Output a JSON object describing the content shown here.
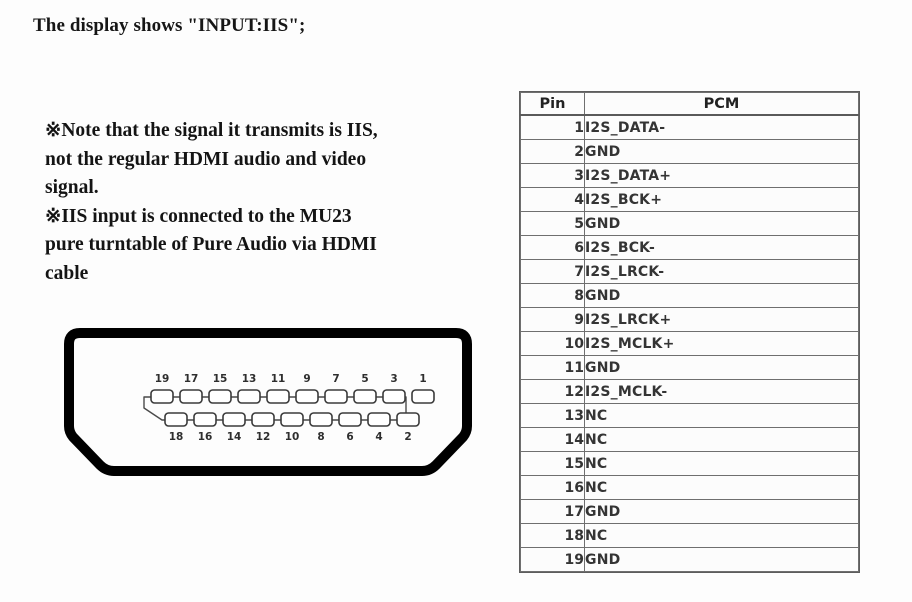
{
  "heading": "The display shows \"INPUT:IIS\";",
  "note": {
    "lines": [
      "※Note that the signal it transmits is IIS,",
      "not the regular HDMI audio and video",
      "signal.",
      "※IIS input is connected to the MU23",
      "pure turntable of Pure Audio via HDMI",
      "cable"
    ]
  },
  "connector": {
    "name": "HDMI Type-A connector pinout diagram",
    "top_pins": [
      "19",
      "17",
      "15",
      "13",
      "11",
      "9",
      "7",
      "5",
      "3",
      "1"
    ],
    "bottom_pins": [
      "18",
      "16",
      "14",
      "12",
      "10",
      "8",
      "6",
      "4",
      "2"
    ],
    "outline_color": "#000000",
    "contact_color": "#3b3b3b"
  },
  "table": {
    "headers": [
      "Pin",
      "PCM"
    ],
    "rows": [
      {
        "pin": "1",
        "signal": "I2S_DATA-"
      },
      {
        "pin": "2",
        "signal": "GND"
      },
      {
        "pin": "3",
        "signal": "I2S_DATA+"
      },
      {
        "pin": "4",
        "signal": "I2S_BCK+"
      },
      {
        "pin": "5",
        "signal": "GND"
      },
      {
        "pin": "6",
        "signal": "I2S_BCK-"
      },
      {
        "pin": "7",
        "signal": "I2S_LRCK-"
      },
      {
        "pin": "8",
        "signal": "GND"
      },
      {
        "pin": "9",
        "signal": "I2S_LRCK+"
      },
      {
        "pin": "10",
        "signal": "I2S_MCLK+"
      },
      {
        "pin": "11",
        "signal": "GND"
      },
      {
        "pin": "12",
        "signal": "I2S_MCLK-"
      },
      {
        "pin": "13",
        "signal": "NC"
      },
      {
        "pin": "14",
        "signal": "NC"
      },
      {
        "pin": "15",
        "signal": "NC"
      },
      {
        "pin": "16",
        "signal": "NC"
      },
      {
        "pin": "17",
        "signal": "GND"
      },
      {
        "pin": "18",
        "signal": "NC"
      },
      {
        "pin": "19",
        "signal": "GND"
      }
    ]
  },
  "colors": {
    "page_background": "#fdfdfd",
    "text": "#141414",
    "table_text": "#343434",
    "table_border": "#6f6f6f"
  }
}
